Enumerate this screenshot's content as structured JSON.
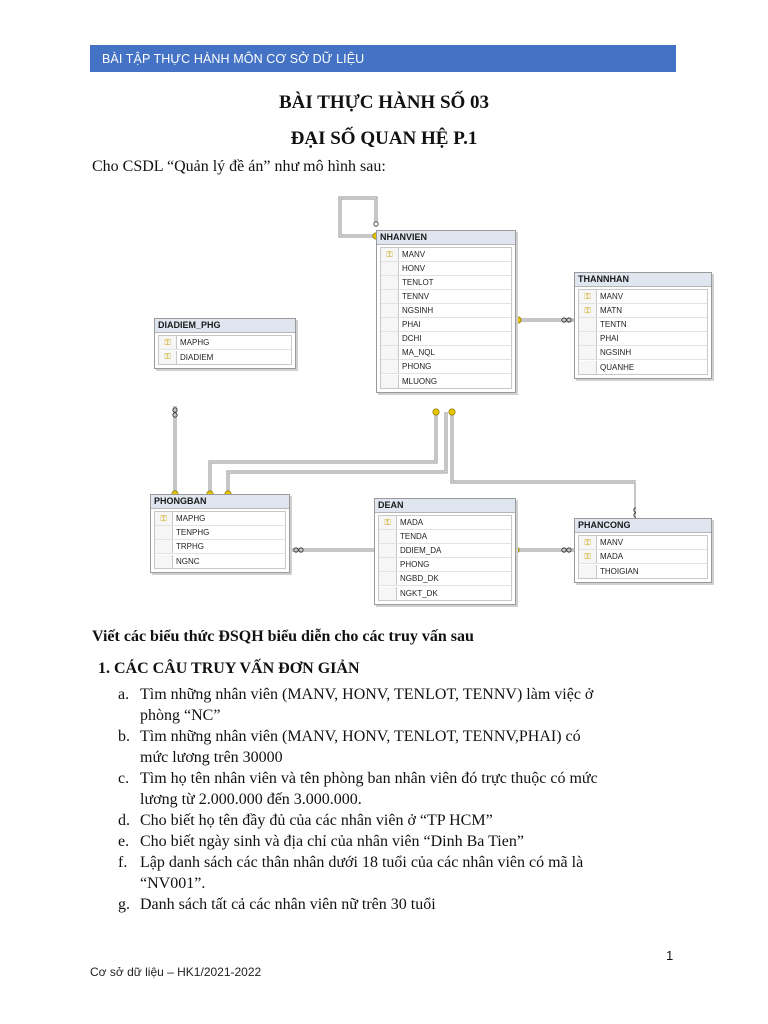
{
  "header_bar": "BÀI TẬP THỰC HÀNH MÔN CƠ SỞ DỮ LIỆU",
  "title_line1": "BÀI THỰC HÀNH SỐ 03",
  "title_line2": "ĐẠI SỐ QUAN HỆ P.1",
  "intro": "Cho CSDL “Quản lý đề án” như mô hình sau:",
  "diagram": {
    "tables": {
      "nhanvien": {
        "name": "NHANVIEN",
        "columns": [
          "MANV",
          "HONV",
          "TENLOT",
          "TENNV",
          "NGSINH",
          "PHAI",
          "DCHI",
          "MA_NQL",
          "PHONG",
          "MLUONG"
        ],
        "keys": [
          0
        ]
      },
      "thannhan": {
        "name": "THANNHAN",
        "columns": [
          "MANV",
          "MATN",
          "TENTN",
          "PHAI",
          "NGSINH",
          "QUANHE"
        ],
        "keys": [
          0,
          1
        ]
      },
      "diadiem_phg": {
        "name": "DIADIEM_PHG",
        "columns": [
          "MAPHG",
          "DIADIEM"
        ],
        "keys": [
          0,
          1
        ]
      },
      "phongban": {
        "name": "PHONGBAN",
        "columns": [
          "MAPHG",
          "TENPHG",
          "TRPHG",
          "NGNC"
        ],
        "keys": [
          0
        ]
      },
      "dean": {
        "name": "DEAN",
        "columns": [
          "MADA",
          "TENDA",
          "DDIEM_DA",
          "PHONG",
          "NGBD_DK",
          "NGKT_DK"
        ],
        "keys": [
          0
        ]
      },
      "phancong": {
        "name": "PHANCONG",
        "columns": [
          "MANV",
          "MADA",
          "THOIGIAN"
        ],
        "keys": [
          0,
          1
        ]
      }
    }
  },
  "section_label": "Viết các biểu thức ĐSQH biểu diễn cho các truy vấn sau",
  "heading1": "1.  CÁC CÂU TRUY VẤN ĐƠN GIẢN",
  "items": [
    {
      "marker": "a.",
      "line1": " Tìm những nhân viên (MANV, HONV, TENLOT, TENNV) làm việc ở",
      "line2": "phòng “NC”"
    },
    {
      "marker": "b.",
      "line1": " Tìm những nhân viên (MANV, HONV, TENLOT, TENNV,PHAI) có",
      "line2": "mức lương trên 30000"
    },
    {
      "marker": "c.",
      "line1": " Tìm  họ tên nhân viên và tên phòng ban nhân viên đó trực thuộc có mức",
      "line2": "lương từ 2.000.000 đến 3.000.000."
    },
    {
      "marker": "d.",
      "line1": "Cho biết họ tên đầy đủ của các nhân viên ở “TP HCM”",
      "line2": ""
    },
    {
      "marker": "e.",
      "line1": "Cho biết ngày sinh và địa chỉ của nhân viên “Dinh Ba Tien”",
      "line2": ""
    },
    {
      "marker": "f.",
      "line1": "Lập danh sách các thân nhân dưới 18 tuổi của các nhân viên có mã là",
      "line2": "“NV001”."
    },
    {
      "marker": "g.",
      "line1": "Danh sách tất cả các nhân viên nữ trên 30 tuổi",
      "line2": ""
    }
  ],
  "page_number": "1",
  "footer": "Cơ sở dữ liệu – HK1/2021-2022",
  "colors": {
    "header_bar": "#4472c4",
    "key": "#c9a200"
  }
}
